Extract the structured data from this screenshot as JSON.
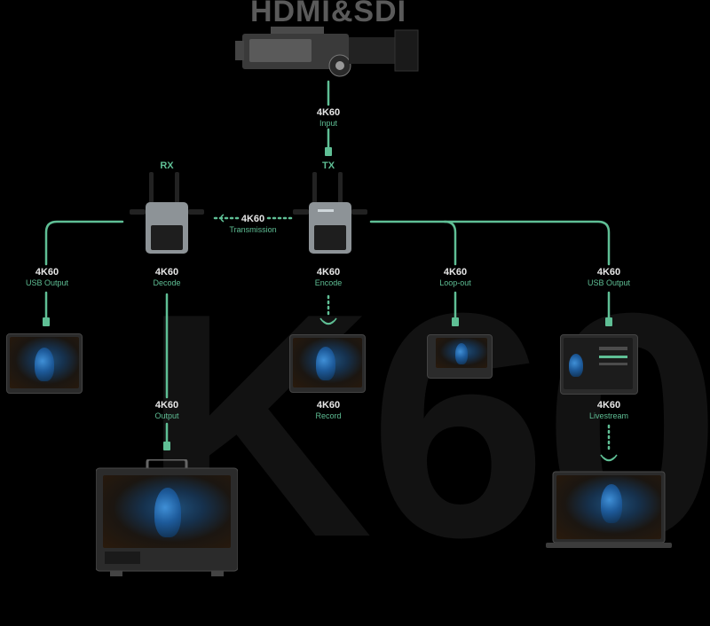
{
  "headline": "HDMI&SDI",
  "watermark": "K60",
  "colors": {
    "accent": "#5fbf95",
    "background": "#000000",
    "text": "#e6e6e6"
  },
  "tx_title": "TX",
  "rx_title": "RX",
  "labels": {
    "input": {
      "title": "4K60",
      "sub": "Input"
    },
    "transmission": {
      "title": "4K60",
      "sub": "Transmission"
    },
    "rx_usb": {
      "title": "4K60",
      "sub": "USB Output"
    },
    "decode": {
      "title": "4K60",
      "sub": "Decode"
    },
    "encode": {
      "title": "4K60",
      "sub": "Encode"
    },
    "loop_out": {
      "title": "4K60",
      "sub": "Loop-out"
    },
    "tx_usb": {
      "title": "4K60",
      "sub": "USB Output"
    },
    "output": {
      "title": "4K60",
      "sub": "Output"
    },
    "record": {
      "title": "4K60",
      "sub": "Record"
    },
    "livestream": {
      "title": "4K60",
      "sub": "Livestream"
    }
  },
  "icons": [
    "camera-icon",
    "transmitter-icon",
    "receiver-icon",
    "tablet-icon",
    "field-monitor-icon",
    "production-monitor-icon",
    "laptop-icon",
    "wireless-icon",
    "usb-connector-icon"
  ]
}
